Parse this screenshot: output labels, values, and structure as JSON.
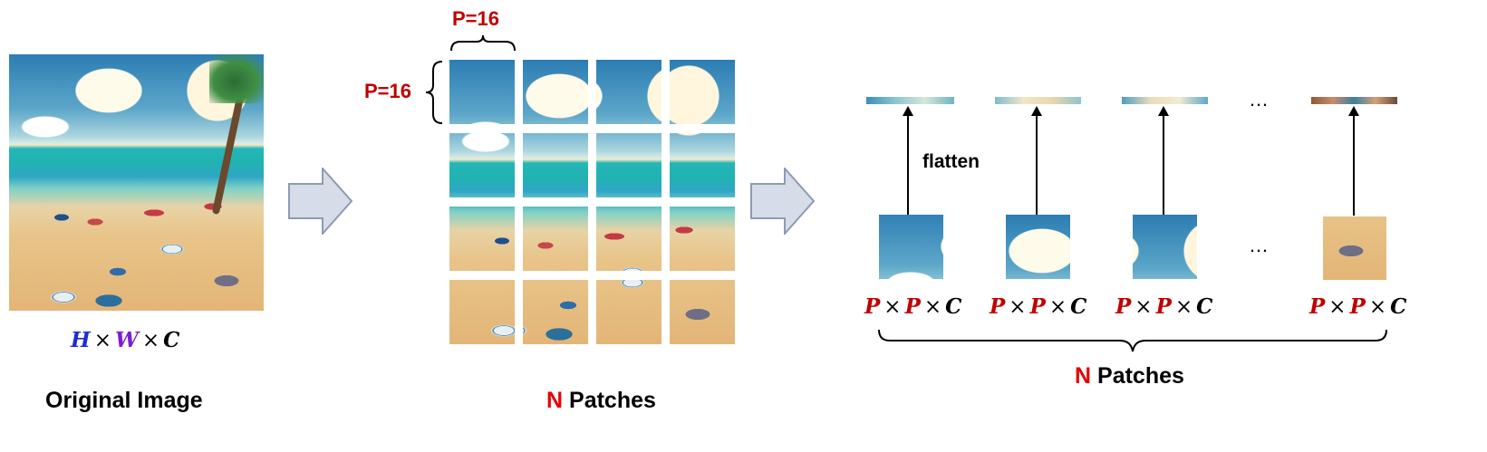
{
  "original": {
    "dims": {
      "H": "H",
      "W": "W",
      "C": "C",
      "times": "×"
    },
    "caption": "Original Image"
  },
  "grid": {
    "patch_size_top": "P=16",
    "patch_size_left": "P=16",
    "caption_n": "N",
    "caption_rest": "Patches"
  },
  "sequence": {
    "flatten_label": "flatten",
    "ellipsis_top": "…",
    "ellipsis_mid": "…",
    "patch_dim": {
      "P": "P",
      "C": "C",
      "times": "×"
    },
    "caption_n": "N",
    "caption_rest": "Patches"
  },
  "colors": {
    "H": "#1f2bd6",
    "W": "#7a1fd6",
    "C": "#000000",
    "P": "#c00000",
    "N": "#e60000",
    "block_arrow_fill": "#d6dde8",
    "block_arrow_stroke": "#8c9bb5"
  }
}
